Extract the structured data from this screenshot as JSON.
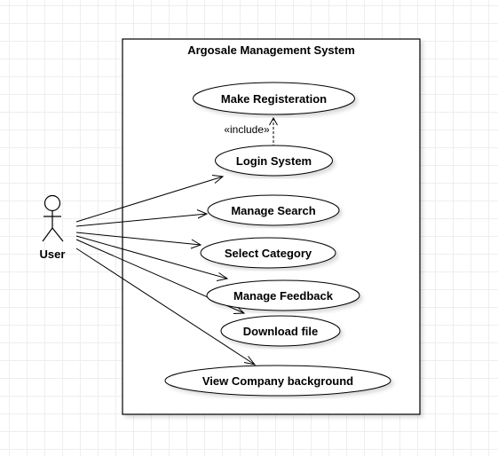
{
  "system": {
    "title": "Argosale Management System"
  },
  "actor": {
    "name": "User"
  },
  "use_cases": [
    {
      "id": "make_registration",
      "label": "Make Registeration"
    },
    {
      "id": "login_system",
      "label": "Login System"
    },
    {
      "id": "manage_search",
      "label": "Manage Search"
    },
    {
      "id": "select_category",
      "label": "Select Category"
    },
    {
      "id": "manage_feedback",
      "label": "Manage Feedback"
    },
    {
      "id": "download_file",
      "label": "Download file"
    },
    {
      "id": "view_company_background",
      "label": "View Company background"
    }
  ],
  "relationships": {
    "include_label": "«include»"
  }
}
